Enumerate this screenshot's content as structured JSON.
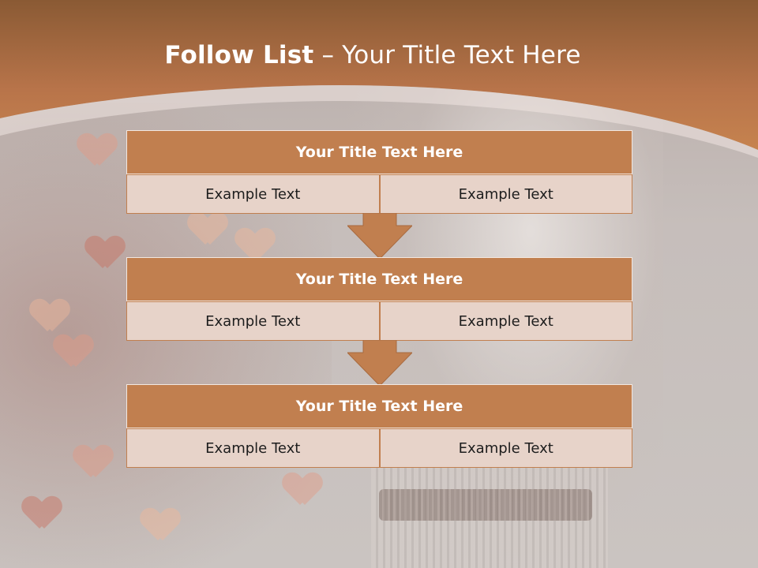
{
  "slide": {
    "title_bold": "Follow List",
    "title_rest": " – Your Title Text Here"
  },
  "blocks": [
    {
      "title": "Your Title Text Here",
      "cells": [
        "Example Text",
        "Example Text"
      ]
    },
    {
      "title": "Your Title Text Here",
      "cells": [
        "Example Text",
        "Example Text"
      ]
    },
    {
      "title": "Your Title Text Here",
      "cells": [
        "Example Text",
        "Example Text"
      ]
    }
  ],
  "colors": {
    "accent": "#c17f4f",
    "cell_fill": "#e7d3c9",
    "header_band": "#b8744a"
  }
}
